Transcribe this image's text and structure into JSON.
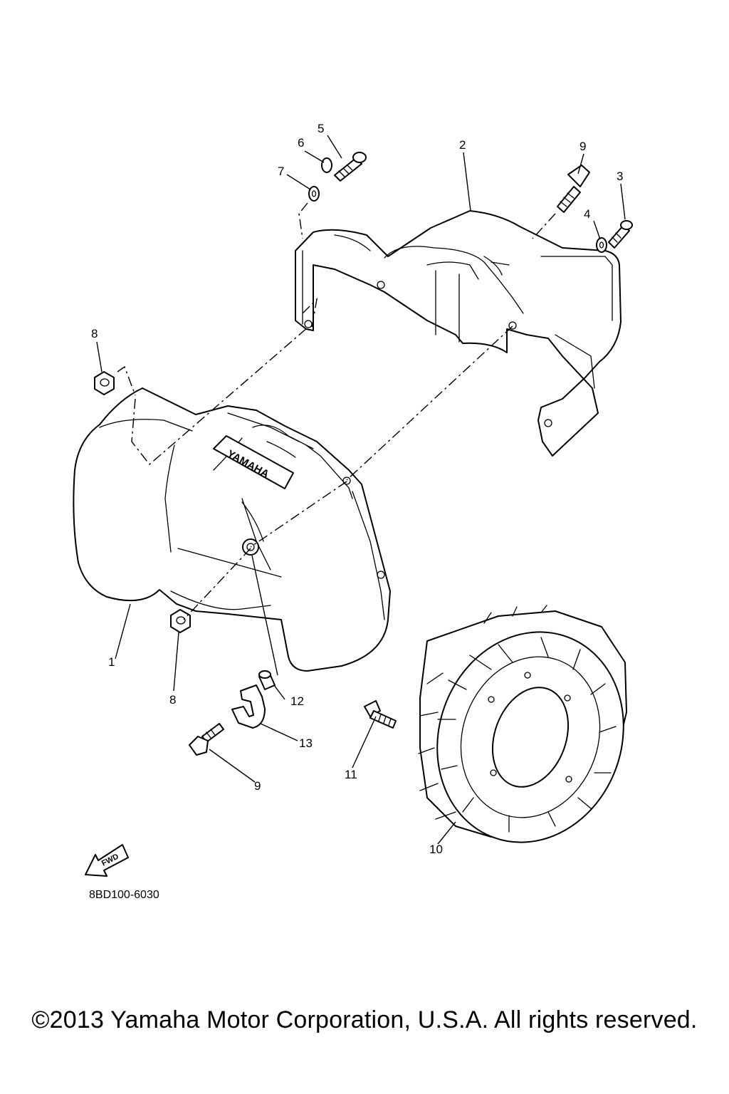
{
  "callouts": {
    "c1": "1",
    "c2": "2",
    "c3": "3",
    "c4": "4",
    "c5": "5",
    "c6": "6",
    "c7": "7",
    "c8a": "8",
    "c8b": "8",
    "c9a": "9",
    "c9b": "9",
    "c10": "10",
    "c11": "11",
    "c12": "12",
    "c13": "13"
  },
  "logo_text": "YAMAHA",
  "fwd_text": "FWD",
  "diagram_code": "8BD100-6030",
  "copyright": "©2013 Yamaha Motor Corporation, U.S.A. All rights reserved."
}
